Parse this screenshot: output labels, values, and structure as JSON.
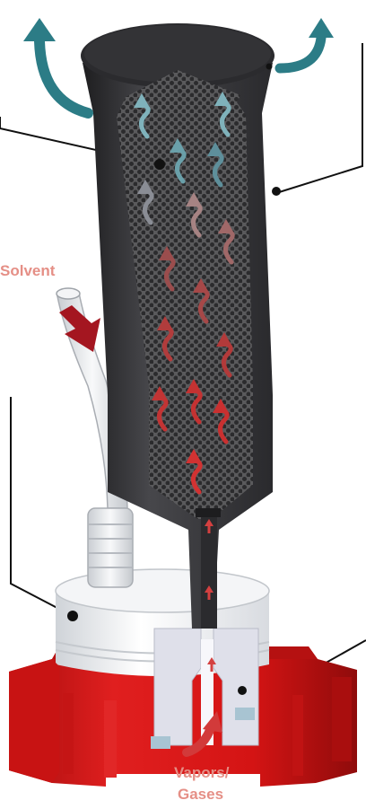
{
  "labels": {
    "solvent": "Solvent",
    "vapors_line1": "Vapors/",
    "vapors_line2": "Gases"
  },
  "colors": {
    "label": "#e58f86",
    "cap_red": "#d41414",
    "cap_red_dark": "#8f0b0b",
    "body_dark": "#3a3a3d",
    "carbon": "#595959",
    "outflow_teal": "#2c7c86",
    "arrow_cool": "#6fa6b0",
    "arrow_warm": "#c23434",
    "tube_clear": "#e9ecef",
    "leader_line": "#111111"
  },
  "icons": {
    "outflow": "curved-arrow-icon",
    "inflow": "curved-arrow-icon",
    "internal_flow": "wavy-arrow-icon"
  }
}
